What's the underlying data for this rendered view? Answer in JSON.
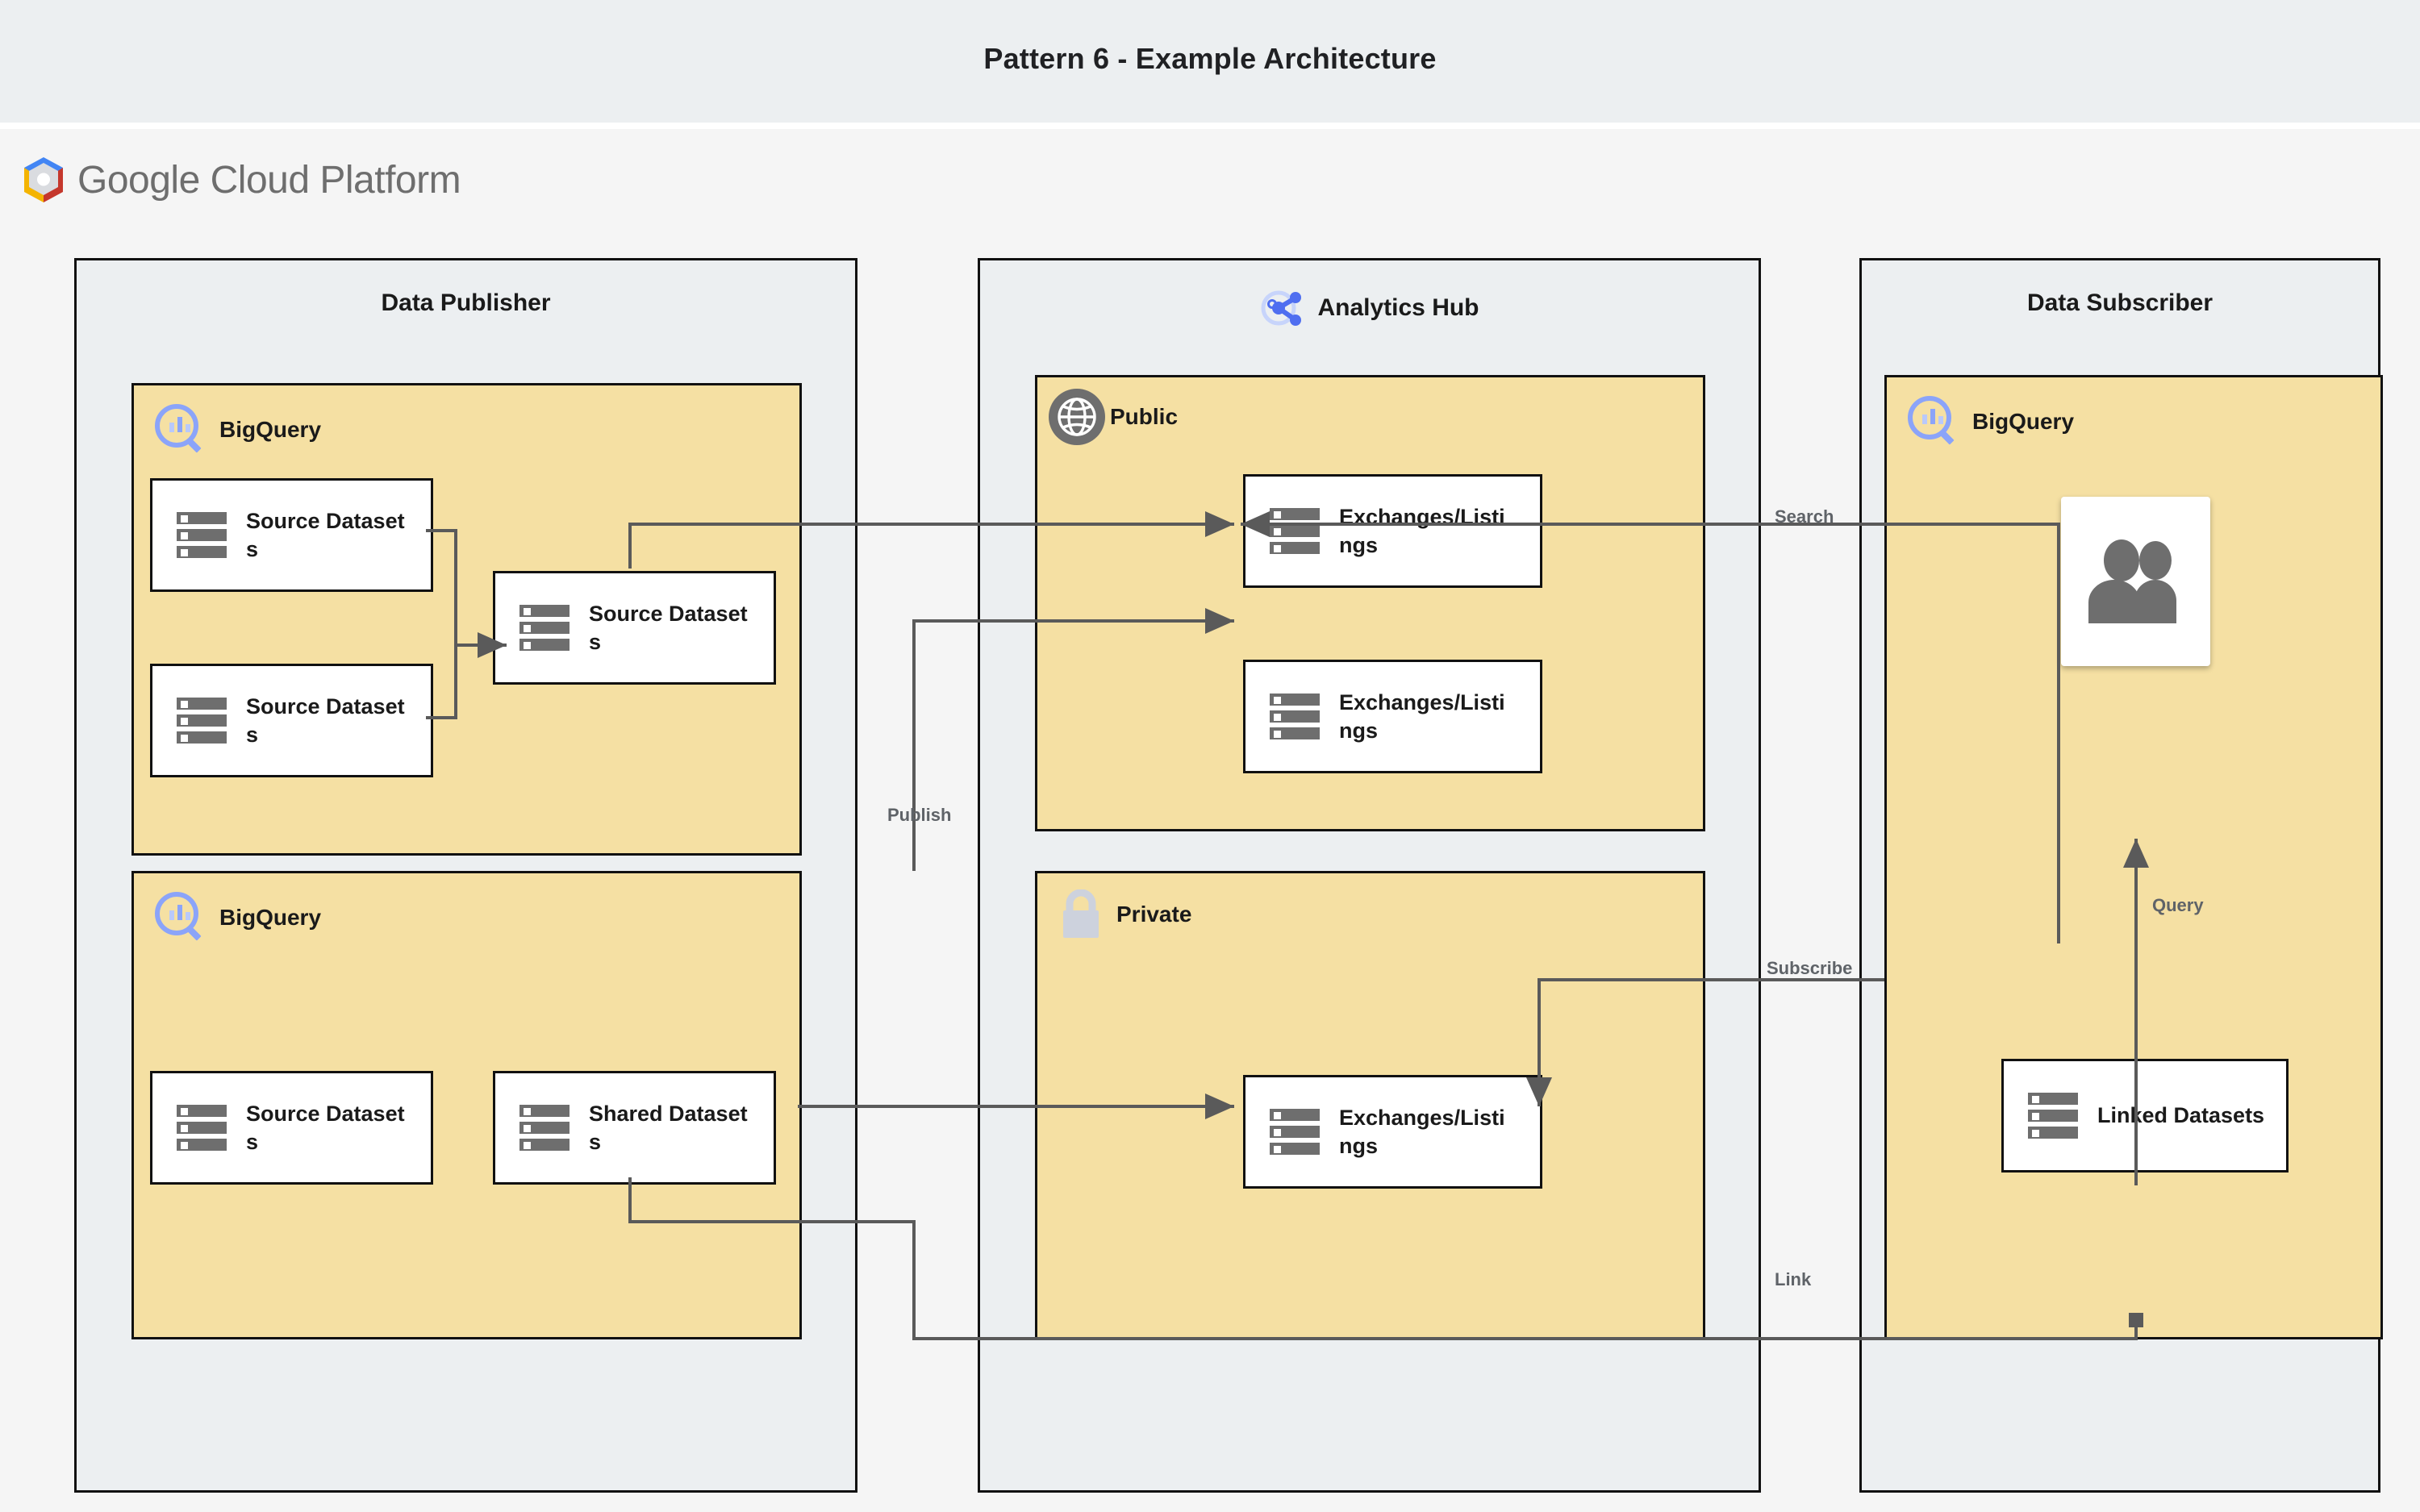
{
  "header": {
    "title": "Pattern 6 - Example Architecture"
  },
  "brand": {
    "logo_icon": "google-cloud-hexagon-icon",
    "name_bold": "Google",
    "name_rest": "Cloud Platform"
  },
  "zones": [
    {
      "id": "data-publisher",
      "title": "Data Publisher",
      "icon": null
    },
    {
      "id": "analytics-hub",
      "title": "Analytics Hub",
      "icon": "share-network-icon"
    },
    {
      "id": "data-subscriber",
      "title": "Data Subscriber",
      "icon": null
    }
  ],
  "groups": [
    {
      "id": "publisher-bigquery-top",
      "label": "BigQuery",
      "icon": "bigquery-magnifier-icon"
    },
    {
      "id": "publisher-bigquery-bottom",
      "label": "BigQuery",
      "icon": "bigquery-magnifier-icon"
    },
    {
      "id": "hub-public",
      "label": "Public",
      "icon": "globe-icon"
    },
    {
      "id": "hub-private",
      "label": "Private",
      "icon": "padlock-icon"
    },
    {
      "id": "subscriber-bigquery",
      "label": "BigQuery",
      "icon": "bigquery-magnifier-icon"
    }
  ],
  "nodes": [
    {
      "id": "pub-source-1",
      "label": "Source Datasets",
      "icon": "dataset-stack-icon"
    },
    {
      "id": "pub-source-2",
      "label": "Source Datasets",
      "icon": "dataset-stack-icon"
    },
    {
      "id": "pub-source-merged",
      "label": "Source Datasets",
      "icon": "dataset-stack-icon"
    },
    {
      "id": "pub-source-3",
      "label": "Source Datasets",
      "icon": "dataset-stack-icon"
    },
    {
      "id": "pub-shared",
      "label": "Shared Datasets",
      "icon": "dataset-stack-icon"
    },
    {
      "id": "public-exchange-1",
      "label": "Exchanges/Listings",
      "icon": "dataset-stack-icon"
    },
    {
      "id": "public-exchange-2",
      "label": "Exchanges/Listings",
      "icon": "dataset-stack-icon"
    },
    {
      "id": "private-exchange-1",
      "label": "Exchanges/Listings",
      "icon": "dataset-stack-icon"
    },
    {
      "id": "sub-linked",
      "label": "Linked Datasets",
      "icon": "dataset-stack-icon"
    }
  ],
  "people": {
    "id": "subscriber-users",
    "icon": "people-group-icon"
  },
  "edges": [
    {
      "id": "publish",
      "label": "Publish"
    },
    {
      "id": "search",
      "label": "Search"
    },
    {
      "id": "subscribe",
      "label": "Subscribe"
    },
    {
      "id": "query",
      "label": "Query"
    },
    {
      "id": "link",
      "label": "Link"
    }
  ],
  "colors": {
    "title_bar_bg": "#eceff1",
    "stage_bg": "#f5f5f5",
    "zone_bg": "#eceff1",
    "group_yellow": "#f5e0a3",
    "node_white": "#ffffff",
    "stroke_black": "#111111",
    "wire_gray": "#5a5a5a",
    "icon_gray": "#6e6e6e",
    "bigquery_blue": "#8ba4f9",
    "label_gray": "#5f6368"
  }
}
